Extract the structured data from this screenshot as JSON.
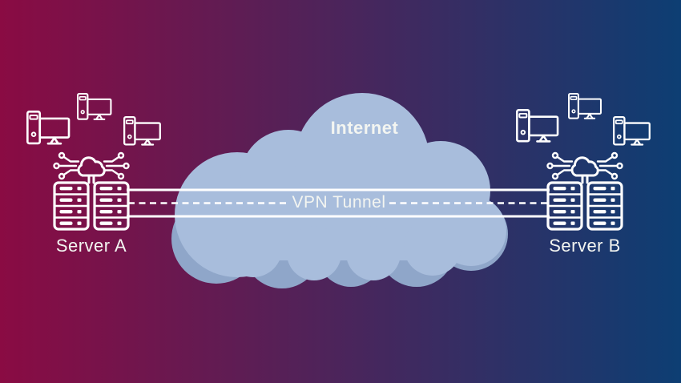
{
  "labels": {
    "internet": "Internet",
    "vpn_tunnel": "VPN Tunnel",
    "server_a": "Server A",
    "server_b": "Server B"
  },
  "colors": {
    "bg_left": "#8a0b43",
    "bg_right": "#0d3e73",
    "cloud_main": "#a8bddc",
    "cloud_shadow": "#8fa6c9",
    "line": "#ffffff",
    "label_text": "#f3f5f1"
  },
  "icons": [
    {
      "name": "internet-cloud-shape",
      "meaning": "internet cloud"
    },
    {
      "name": "cloud-network-icon",
      "meaning": "cloud with circuit nodes above each server pair"
    },
    {
      "name": "server-rack-icon",
      "meaning": "server rack with 4 slots"
    },
    {
      "name": "desktop-computer-icon",
      "meaning": "tower PC with monitor"
    },
    {
      "name": "vpn-tunnel-lines",
      "meaning": "two solid rails with dashed center line"
    }
  ],
  "layout_counts": {
    "left_client_computers": 3,
    "right_client_computers": 3
  }
}
